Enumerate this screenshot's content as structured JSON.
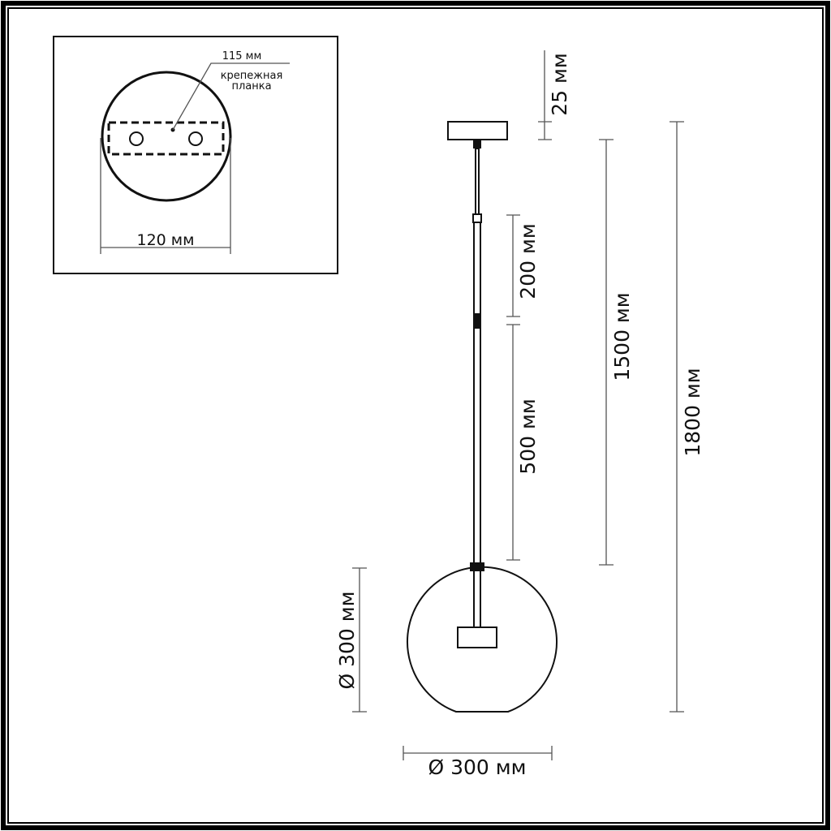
{
  "mounting_inset": {
    "plate_length": "115 мм",
    "plate_label_line1": "крепежная",
    "plate_label_line2": "планка",
    "canopy_diameter": "120 мм"
  },
  "dimensions": {
    "canopy_height": "25 мм",
    "rod_segment_short": "200 мм",
    "rod_segment_long": "500 мм",
    "suspension_length": "1500 мм",
    "total_height": "1800 мм",
    "globe_height": "Ø 300 мм",
    "globe_width": "Ø 300 мм"
  }
}
